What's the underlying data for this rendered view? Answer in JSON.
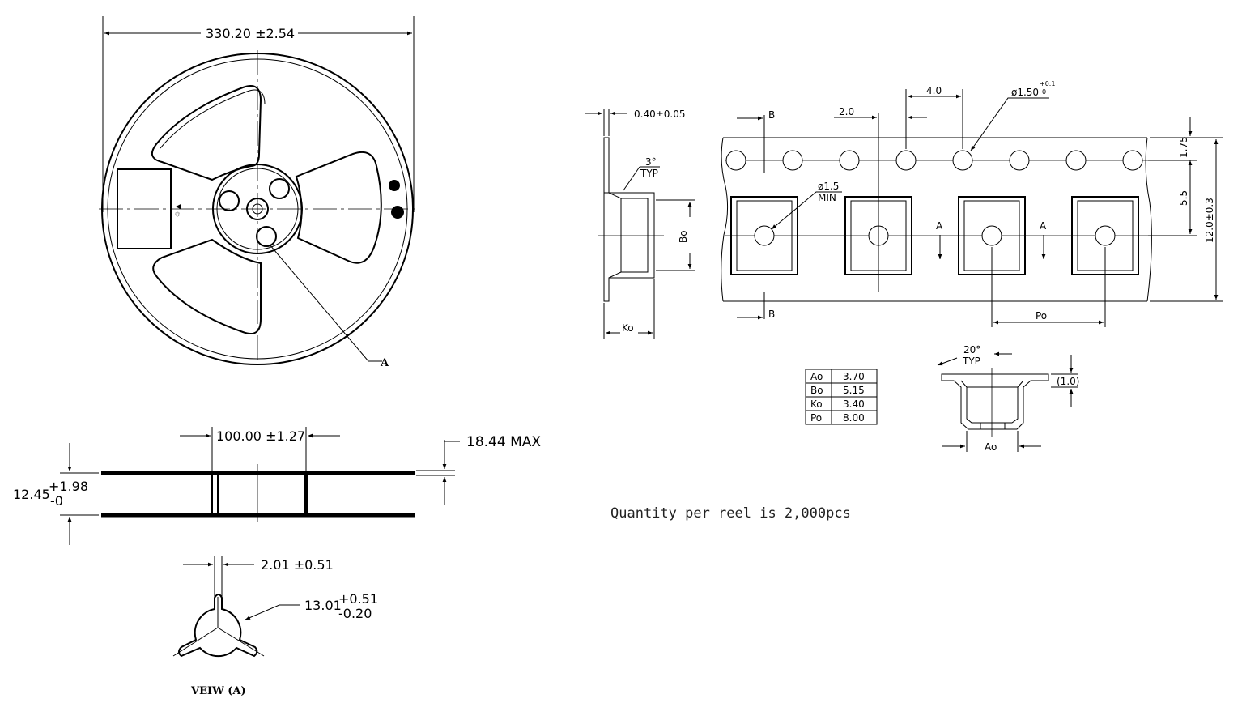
{
  "reel": {
    "diameter": "330.20 ±2.54",
    "callout": "A"
  },
  "side_view": {
    "hub_width": "100.00 ±1.27",
    "max_width": "18.44 MAX",
    "inner_width": "12.45",
    "inner_tol_plus": "+1.98",
    "inner_tol_minus": "-0"
  },
  "view_a": {
    "slot_width": "2.01 ±0.51",
    "bore": "13.01",
    "bore_tol_plus": "+0.51",
    "bore_tol_minus": "-0.20",
    "title": "VEIW (A)"
  },
  "tape": {
    "thickness": "0.40±0.05",
    "angle_label": "3°",
    "angle_typ": "TYP",
    "section_b": "B",
    "pitch_p2": "2.0",
    "pitch_p0": "4.0",
    "sprocket_hole": "ø1.50",
    "sprocket_tol_plus": "+0.1",
    "sprocket_tol_minus": "0",
    "pocket_hole": "ø1.5",
    "pocket_hole_min": "MIN",
    "edge_to_hole": "1.75",
    "hole_to_pocket": "5.5",
    "tape_width": "12.0±0.3",
    "section_a": "A",
    "bo_label": "Bo",
    "ko_label": "Ko",
    "po_label": "Po"
  },
  "section_aa": {
    "angle_label": "20°",
    "angle_typ": "TYP",
    "cover": "(1.0)",
    "ao_label": "Ao"
  },
  "dimension_table": [
    {
      "name": "Ao",
      "value": "3.70"
    },
    {
      "name": "Bo",
      "value": "5.15"
    },
    {
      "name": "Ko",
      "value": "3.40"
    },
    {
      "name": "Po",
      "value": "8.00"
    }
  ],
  "note": "Quantity per reel is 2,000pcs"
}
